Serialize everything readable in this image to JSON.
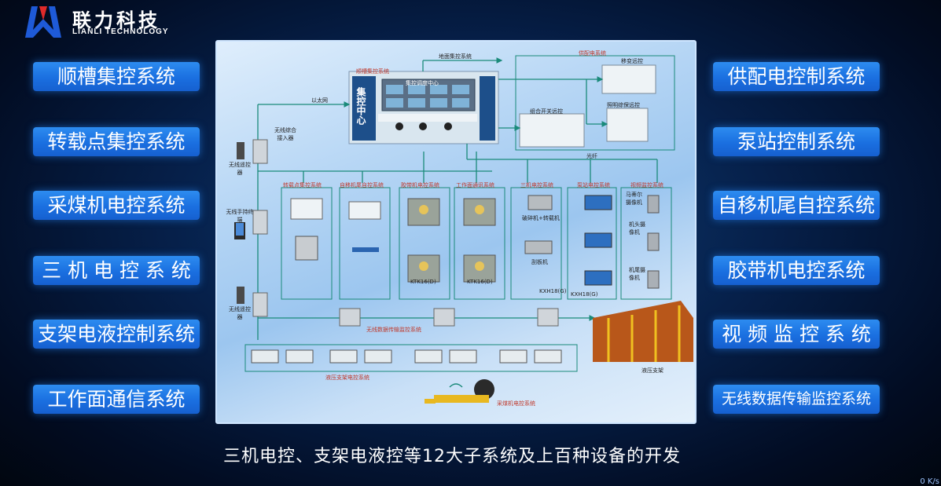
{
  "brand": {
    "name_cn": "联力科技",
    "name_en": "LIANLI TECHNOLOGY"
  },
  "left_systems": [
    {
      "label": "顺槽集控系统"
    },
    {
      "label": "转载点集控系统"
    },
    {
      "label": "采煤机电控系统"
    },
    {
      "label": "三 机 电 控 系 统"
    },
    {
      "label": "支架电液控制系统"
    },
    {
      "label": "工作面通信系统"
    }
  ],
  "right_systems": [
    {
      "label": "供配电控制系统"
    },
    {
      "label": "泵站控制系统"
    },
    {
      "label": "自移机尾自控系统"
    },
    {
      "label": "胶带机电控系统"
    },
    {
      "label": "视 频 监 控 系 统"
    },
    {
      "label": "无线数据传输监控系统"
    }
  ],
  "diagram": {
    "center_title": "顺槽集控系统",
    "center_room": "集控调度中心",
    "center_banner": "集控中心",
    "ground_link": "地面集控系统",
    "ethernet": "以太网",
    "fiber": "光纤",
    "power_system": "供配电系统",
    "mobile_substation": "移变远控",
    "lighting": "照明综保远控",
    "combo_switch": "组合开关远控",
    "wireless_access": "无线综合接入器",
    "remote_1": "无线遥控器",
    "handheld": "无线手持终端",
    "remote_2": "无线遥控器",
    "subsystems": [
      "转载点集控系统",
      "自移机尾自控系统",
      "胶带机电控系统",
      "工作面通讯系统",
      "三机电控系统",
      "泵站电控系统",
      "视频监控系统"
    ],
    "crusher": "破碎机+转载机",
    "scraper": "刮板机",
    "ktk_1": "KTK16(D)",
    "ktk_2": "KTK16(D)",
    "kxh_1": "KXH18(G)",
    "kxh_2": "KXH18(G)",
    "camera_horse": "马蒂尔摄像机",
    "camera_head": "机头摄像机",
    "camera_tail": "机尾摄像机",
    "wireless_data": "无线数据传输监控系统",
    "support_control": "液压支架电控系统",
    "hydraulic_support": "液压支架",
    "shearer": "采煤机电控系统"
  },
  "caption": "三机电控、支架电液控等12大子系统及上百种设备的开发",
  "net_speed": "0 K/s"
}
